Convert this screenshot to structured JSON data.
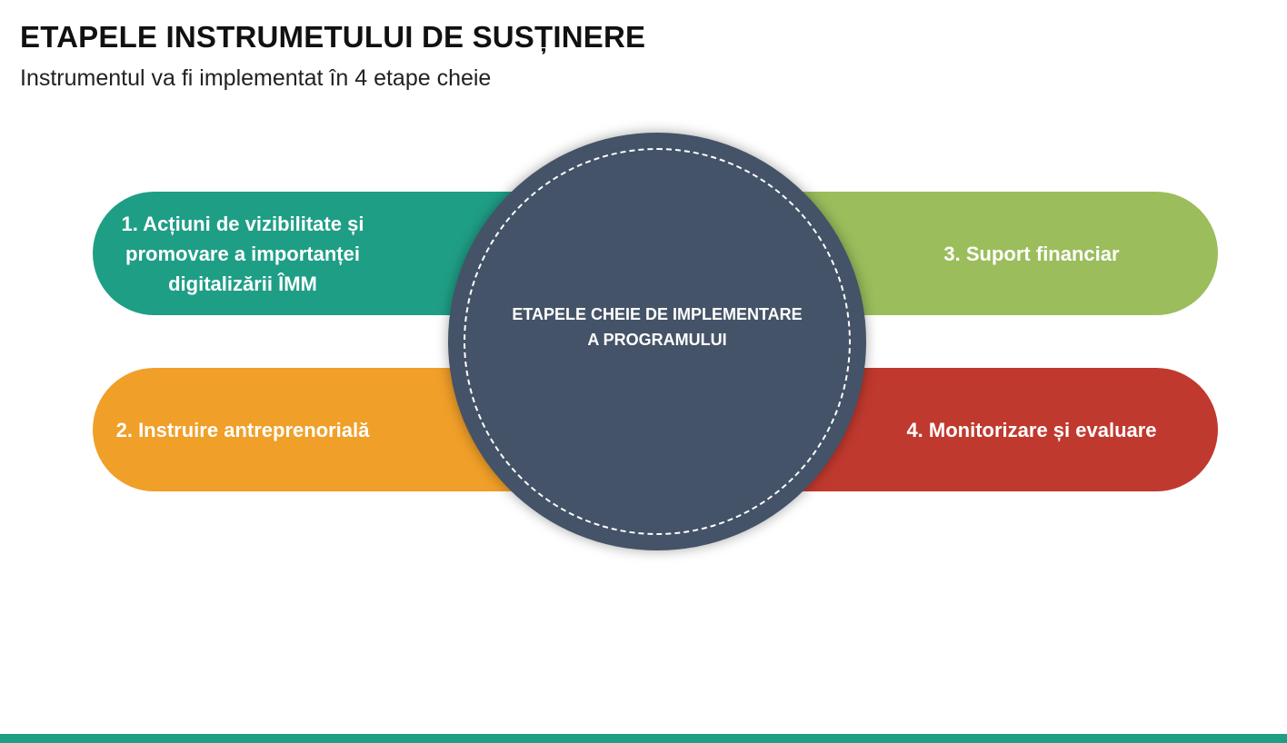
{
  "header": {
    "title": "ETAPELE INSTRUMETULUI DE SUSȚINERE",
    "subtitle": "Instrumentul va fi implementat în 4 etape cheie"
  },
  "hub": {
    "label": "ETAPELE CHEIE DE IMPLEMENTARE\nA PROGRAMULUI",
    "color": "#445367"
  },
  "stages": [
    {
      "label": "1. Acțiuni de vizibilitate și\npromovare a importanței\ndigitalizării ÎMM",
      "color": "#1f9e86"
    },
    {
      "label": "2. Instruire antreprenorială",
      "color": "#f09f28"
    },
    {
      "label": "3. Suport financiar",
      "color": "#9bbd5c"
    },
    {
      "label": "4. Monitorizare și evaluare",
      "color": "#c0392e"
    }
  ],
  "colors": {
    "footer_bar": "#1f9e86"
  }
}
